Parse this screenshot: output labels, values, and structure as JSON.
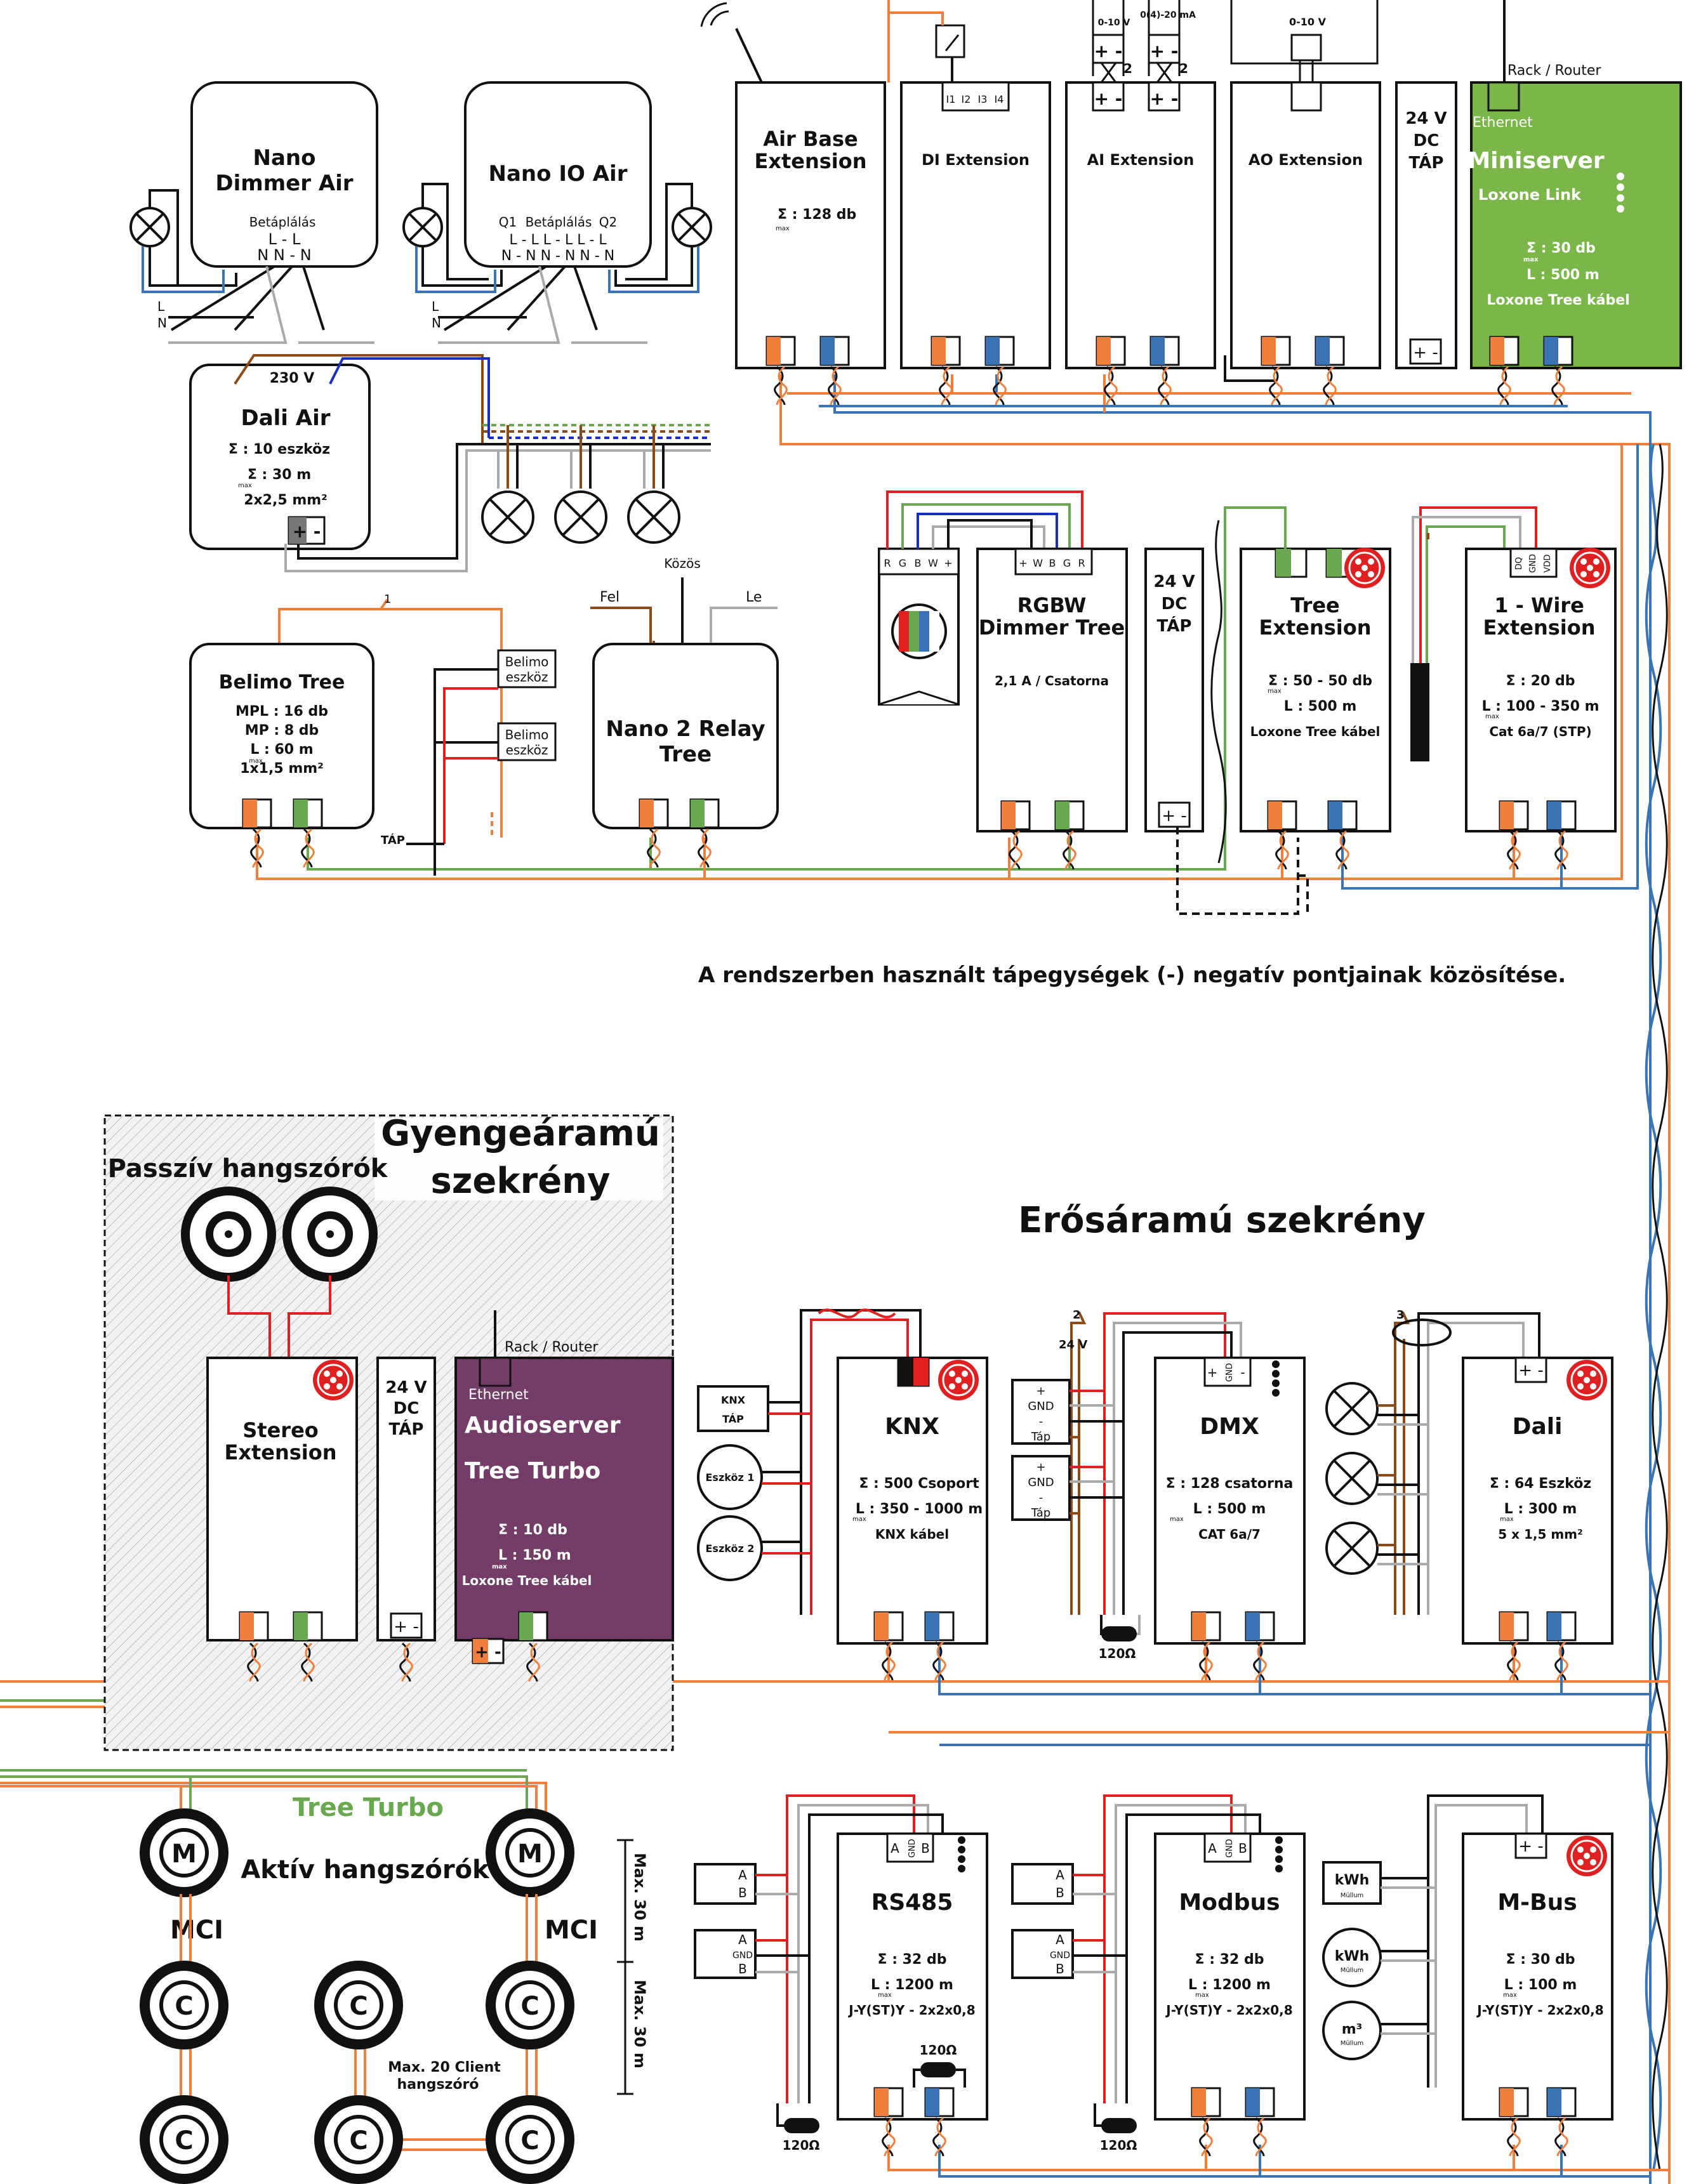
{
  "colors": {
    "orange": "#f07f3c",
    "blue": "#3a74b5",
    "green": "#6aa84f",
    "miniserver_green": "#7ab648",
    "audioserver_purple": "#743d68",
    "tree_turbo_text": "#6aa84f",
    "red": "#e02020",
    "grey": "#aaaaaa",
    "brown": "#8b4a16"
  },
  "common_note": "A rendszerben használt tápegységek (-) negatív pontjainak közösítése.",
  "top": {
    "nano_dimmer": {
      "line1": "Nano",
      "line2": "Dimmer Air",
      "feed": "Betáplálás",
      "terms1": "L -  L",
      "terms2": "N  N - N",
      "l": "L",
      "n": "N"
    },
    "nano_io": {
      "title": "Nano IO Air",
      "q1": "Q1",
      "feed": "Betáplálás",
      "q2": "Q2",
      "terms1": "L - L    L - L    L - L",
      "terms2": "N - N    N - N    N - N",
      "l": "L",
      "n": "N"
    },
    "air_base": {
      "line1": "Air Base",
      "line2": "Extension",
      "spec": "Σ : 128 db",
      "max": "max"
    },
    "di": {
      "title": "DI Extension",
      "inputs": [
        "I1",
        "I2",
        "I3",
        "I4"
      ]
    },
    "ai": {
      "title": "AI Extension",
      "sig1": "0-10 V",
      "sig2": "0(4)-20 mA",
      "num": "2"
    },
    "ao": {
      "title": "AO Extension",
      "sig": "0-10 V"
    },
    "psu_top": {
      "l1": "24 V",
      "l2": "DC",
      "l3": "TÁP",
      "pm": "+ -"
    },
    "miniserver": {
      "rack": "Rack / Router",
      "eth": "Ethernet",
      "title": "Miniserver",
      "link": "Loxone Link",
      "spec1": "Σ : 30 db",
      "spec2": "L : 500 m",
      "cable": "Loxone Tree kábel",
      "max": "max"
    },
    "dali_air": {
      "v": "230 V",
      "title": "Dali Air",
      "spec1": "Σ : 10 eszköz",
      "spec2": "Σ : 30 m",
      "cable": "2x2,5 mm²",
      "max": "max",
      "pm": "+ -"
    }
  },
  "middle": {
    "belimo": {
      "title": "Belimo Tree",
      "mpl": "MPL : 16 db",
      "mp": "MP : 8 db",
      "len": "L : 60 m",
      "cable": "1x1,5 mm²",
      "max": "max",
      "dev": "Belimo",
      "dev2": "eszköz",
      "tap": "TÁP",
      "one": "1"
    },
    "relay": {
      "line1": "Nano 2 Relay",
      "line2": "Tree",
      "fel": "Fel",
      "kozos": "Közös",
      "le": "Le"
    },
    "rgbw_strip": {
      "pins": [
        "R",
        "G",
        "B",
        "W",
        "+"
      ]
    },
    "rgbw": {
      "line1": "RGBW",
      "line2": "Dimmer Tree",
      "spec": "2,1 A / Csatorna",
      "pins": [
        "+",
        "W",
        "B",
        "G",
        "R"
      ]
    },
    "psu_mid": {
      "l1": "24 V",
      "l2": "DC",
      "l3": "TÁP",
      "pm": "+ -"
    },
    "tree_ext": {
      "line1": "Tree",
      "line2": "Extension",
      "spec1": "Σ : 50 - 50 db",
      "spec2": "L : 500 m",
      "cable": "Loxone Tree kábel",
      "max": "max"
    },
    "onewire": {
      "line1": "1 - Wire",
      "line2": "Extension",
      "spec1": "Σ : 20 db",
      "spec2": "L : 100 - 350 m",
      "cable": "Cat 6a/7 (STP)",
      "pins": [
        "DQ",
        "GND",
        "VDD"
      ],
      "max": "max"
    }
  },
  "weak": {
    "title1": "Gyengeáramú",
    "title2": "szekrény",
    "passive": "Passzív hangszórók",
    "stereo": {
      "line1": "Stereo",
      "line2": "Extension"
    },
    "psu": {
      "l1": "24 V",
      "l2": "DC",
      "l3": "TÁP",
      "pm": "+ -"
    },
    "audio": {
      "rack": "Rack / Router",
      "eth": "Ethernet",
      "title": "Audioserver",
      "sub": "Tree Turbo",
      "spec1": "Σ : 10 db",
      "spec2": "L : 150 m",
      "cable": "Loxone Tree kábel",
      "max": "max",
      "pm": "+ -"
    }
  },
  "speakers": {
    "tree_turbo": "Tree Turbo",
    "active": "Aktív hangszórók",
    "mci": "MCI",
    "m": "M",
    "c": "C",
    "max1": "Max. 30 m",
    "max2": "Max. 30 m",
    "client1": "Max. 20 Client",
    "client2": "hangszóró"
  },
  "strong": {
    "title": "Erősáramú szekrény",
    "knx": {
      "title": "KNX",
      "spec1": "Σ : 500 Csoport",
      "spec2": "L : 350 - 1000 m",
      "cable": "KNX kábel",
      "max": "max",
      "tap1": "KNX",
      "tap2": "TÁP",
      "dev1": "Eszköz 1",
      "dev2": "Eszköz 2"
    },
    "dmx": {
      "title": "DMX",
      "spec1": "Σ : 128 csatorna",
      "spec2": "L : 500 m",
      "cable": "CAT 6a/7",
      "max": "max",
      "pins": [
        "+",
        "GND",
        "-"
      ],
      "dev_pins": [
        "+",
        "GND",
        "-",
        "Táp"
      ],
      "v24": "24 V",
      "two": "2",
      "ohm": "120Ω"
    },
    "dali": {
      "title": "Dali",
      "spec1": "Σ : 64 Eszköz",
      "spec2": "L : 300 m",
      "cable": "5 x 1,5 mm²",
      "max": "max",
      "pm": "+ -",
      "three": "3"
    },
    "rs485": {
      "title": "RS485",
      "spec1": "Σ : 32 db",
      "spec2": "L : 1200 m",
      "cable": "J-Y(ST)Y - 2x2x0,8",
      "max": "max",
      "pins": [
        "A",
        "GND",
        "B"
      ],
      "ohm": "120Ω",
      "ab": [
        "A",
        "B"
      ],
      "agb": [
        "A",
        "GND",
        "B"
      ]
    },
    "modbus": {
      "title": "Modbus",
      "spec1": "Σ : 32 db",
      "spec2": "L : 1200 m",
      "cable": "J-Y(ST)Y - 2x2x0,8",
      "max": "max",
      "pins": [
        "A",
        "GND",
        "B"
      ],
      "ohm": "120Ω",
      "ab": [
        "A",
        "B"
      ],
      "agb": [
        "A",
        "GND",
        "B"
      ]
    },
    "mbus": {
      "title": "M-Bus",
      "spec1": "Σ : 30 db",
      "spec2": "L : 100 m",
      "cable": "J-Y(ST)Y - 2x2x0,8",
      "max": "max",
      "pm": "+ -",
      "kwh": "kWh",
      "m3": "m³",
      "brand": "Müllum"
    }
  }
}
